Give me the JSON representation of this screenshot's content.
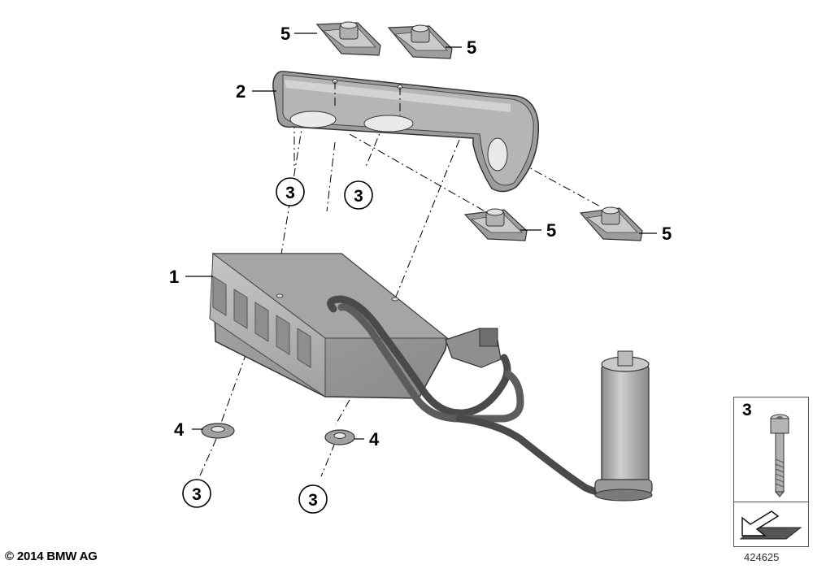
{
  "callouts": {
    "c1": "1",
    "c2": "2",
    "c3a": "3",
    "c3b": "3",
    "c3c": "3",
    "c3d": "3",
    "c4a": "4",
    "c4b": "4",
    "c5a": "5",
    "c5b": "5",
    "c5c": "5",
    "c5d": "5"
  },
  "legend": {
    "part_label": "3"
  },
  "footer": {
    "copyright": "© 2014 BMW AG",
    "reference": "424625"
  },
  "colors": {
    "part_fill": "#9a9a9a",
    "part_dark": "#6e6e6e",
    "part_light": "#bdbdbd",
    "line": "#000000"
  }
}
